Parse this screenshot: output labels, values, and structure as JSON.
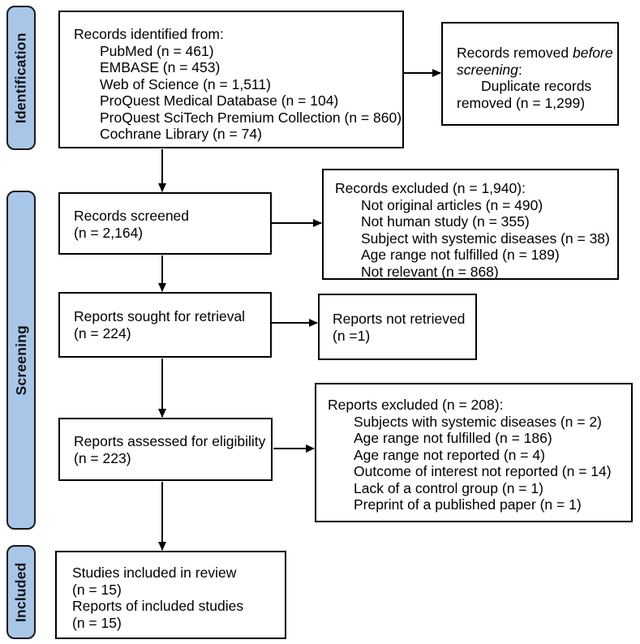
{
  "sidebar": {
    "identification": "Identification",
    "screening": "Screening",
    "included": "Included"
  },
  "boxes": {
    "identified": {
      "title": "Records identified from:",
      "items": [
        "PubMed (n = 461)",
        "EMBASE (n = 453)",
        "Web of Science (n = 1,511)",
        "ProQuest Medical Database (n = 104)",
        "ProQuest SciTech Premium Collection (n = 860)",
        "Cochrane Library (n = 74)"
      ]
    },
    "removed_before_screening": {
      "prefix": "Records removed ",
      "italic1": "before",
      "italic2": "screening",
      "colon": ":",
      "item_line1": "Duplicate records",
      "item_line2": "removed (n = 1,299)"
    },
    "screened": {
      "line1": "Records screened",
      "line2": "(n = 2,164)"
    },
    "records_excluded": {
      "title": "Records excluded (n = 1,940):",
      "items": [
        "Not original articles (n = 490)",
        "Not human study (n = 355)",
        "Subject with systemic diseases (n = 38)",
        "Age range not fulfilled (n = 189)",
        "Not relevant (n = 868)"
      ]
    },
    "sought": {
      "line1": "Reports sought for retrieval",
      "line2": "(n = 224)"
    },
    "not_retrieved": {
      "line1": "Reports not retrieved",
      "line2": "(n =1)"
    },
    "assessed": {
      "line1": "Reports assessed for eligibility",
      "line2": "(n = 223)"
    },
    "reports_excluded": {
      "title": "Reports excluded (n = 208):",
      "items": [
        "Subjects with systemic diseases (n = 2)",
        "Age range not fulfilled (n = 186)",
        "Age range not reported (n = 4)",
        "Outcome of interest not reported (n = 14)",
        "Lack of a control group (n = 1)",
        "Preprint of a published paper (n = 1)"
      ]
    },
    "included_studies": {
      "line1": "Studies included in review",
      "line2": "(n = 15)",
      "line3": "Reports of included studies",
      "line4": "(n = 15)"
    }
  },
  "colors": {
    "stage_fill": "#a8c6e8",
    "box_border": "#000000",
    "arrow": "#000000"
  }
}
